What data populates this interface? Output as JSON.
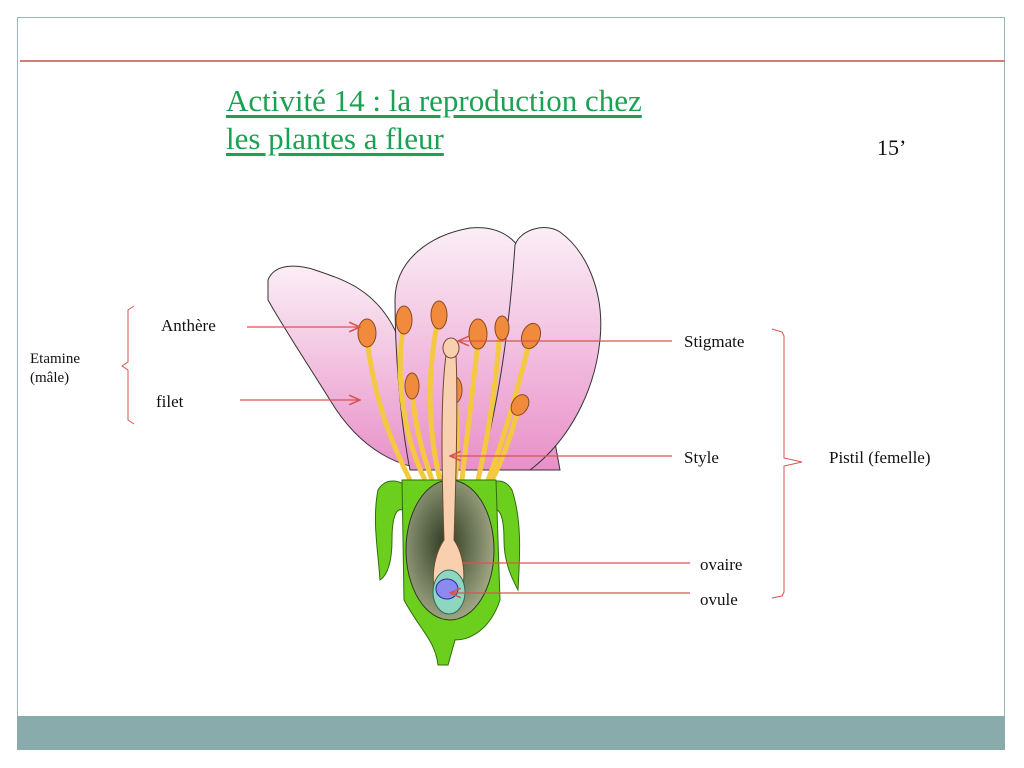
{
  "slide": {
    "title_line1": "Activité 14 : la reproduction chez",
    "title_line2": "les plantes a fleur",
    "duration": "15’",
    "colors": {
      "title": "#1aa152",
      "rule": "#d47a78",
      "footer": "#8aabab",
      "petal": "#f2c0e0",
      "anther": "#f08a3c",
      "filament": "#f5c842",
      "sepal": "#6ccf1e",
      "ovary": "#6f7d58",
      "style": "#f8d0b0",
      "ovule": "#8aa0f0",
      "arrow": "#d9534f"
    }
  },
  "diagram": {
    "left_group": {
      "label_line1": "Etamine",
      "label_line2": "(mâle)",
      "parts": [
        "Anthère",
        "filet"
      ]
    },
    "right_group": {
      "label": "Pistil (femelle)",
      "parts": [
        "Stigmate",
        "Style",
        "ovaire",
        "ovule"
      ]
    }
  }
}
